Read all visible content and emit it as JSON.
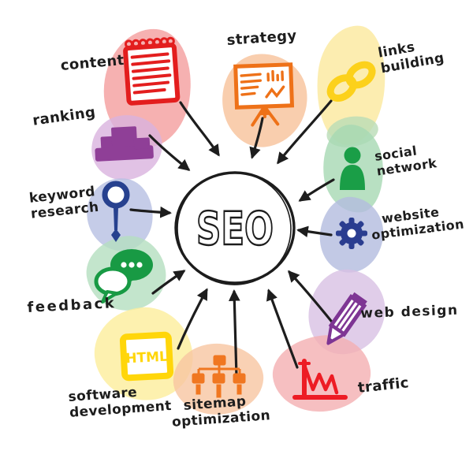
{
  "center": {
    "label": "SEO"
  },
  "nodes": {
    "content": {
      "label": "content",
      "icon": "notepad-icon",
      "color": "#e31e1e",
      "blob_color": "#f49e9d"
    },
    "strategy": {
      "label": "strategy",
      "icon": "presentation-icon",
      "color": "#ee7118",
      "blob_color": "#f8c29a"
    },
    "links_building": {
      "label": "links\nbuilding",
      "icon": "chain-icon",
      "color": "#fcd11b",
      "blob_color": "#fbe99c"
    },
    "ranking": {
      "label": "ranking",
      "icon": "podium-icon",
      "color": "#8f3f97",
      "blob_color": "#d9b3de"
    },
    "keyword_research": {
      "label": "keyword\nresearch",
      "icon": "magnifier-icon",
      "color": "#27418f",
      "blob_color": "#b6bfe2"
    },
    "social_network": {
      "label": "social\nnetwork",
      "icon": "person-icon",
      "color": "#1a9e47",
      "blob_color": "#a6d8b3"
    },
    "website_optimization": {
      "label": "website\noptimization",
      "icon": "gear-icon",
      "color": "#2a3d90",
      "blob_color": "#b3bbdf"
    },
    "feedback": {
      "label": "feedback",
      "icon": "chat-bubbles-icon",
      "color": "#189a44",
      "blob_color": "#b4dfbf"
    },
    "web_design": {
      "label": "web design",
      "icon": "pencil-icon",
      "color": "#7e3594",
      "blob_color": "#d8c1e3"
    },
    "software_development": {
      "label": "software\ndevelopment",
      "icon": "html-badge-icon",
      "color": "#ffd60a",
      "blob_color": "#fcee9b",
      "badge_text": "HTML"
    },
    "sitemap_optimization": {
      "label": "sitemap\noptimization",
      "icon": "sitemap-tree-icon",
      "color": "#f07721",
      "blob_color": "#f8c5a1"
    },
    "traffic": {
      "label": "traffic",
      "icon": "line-chart-icon",
      "color": "#ed1c24",
      "blob_color": "#f4afb2"
    }
  }
}
